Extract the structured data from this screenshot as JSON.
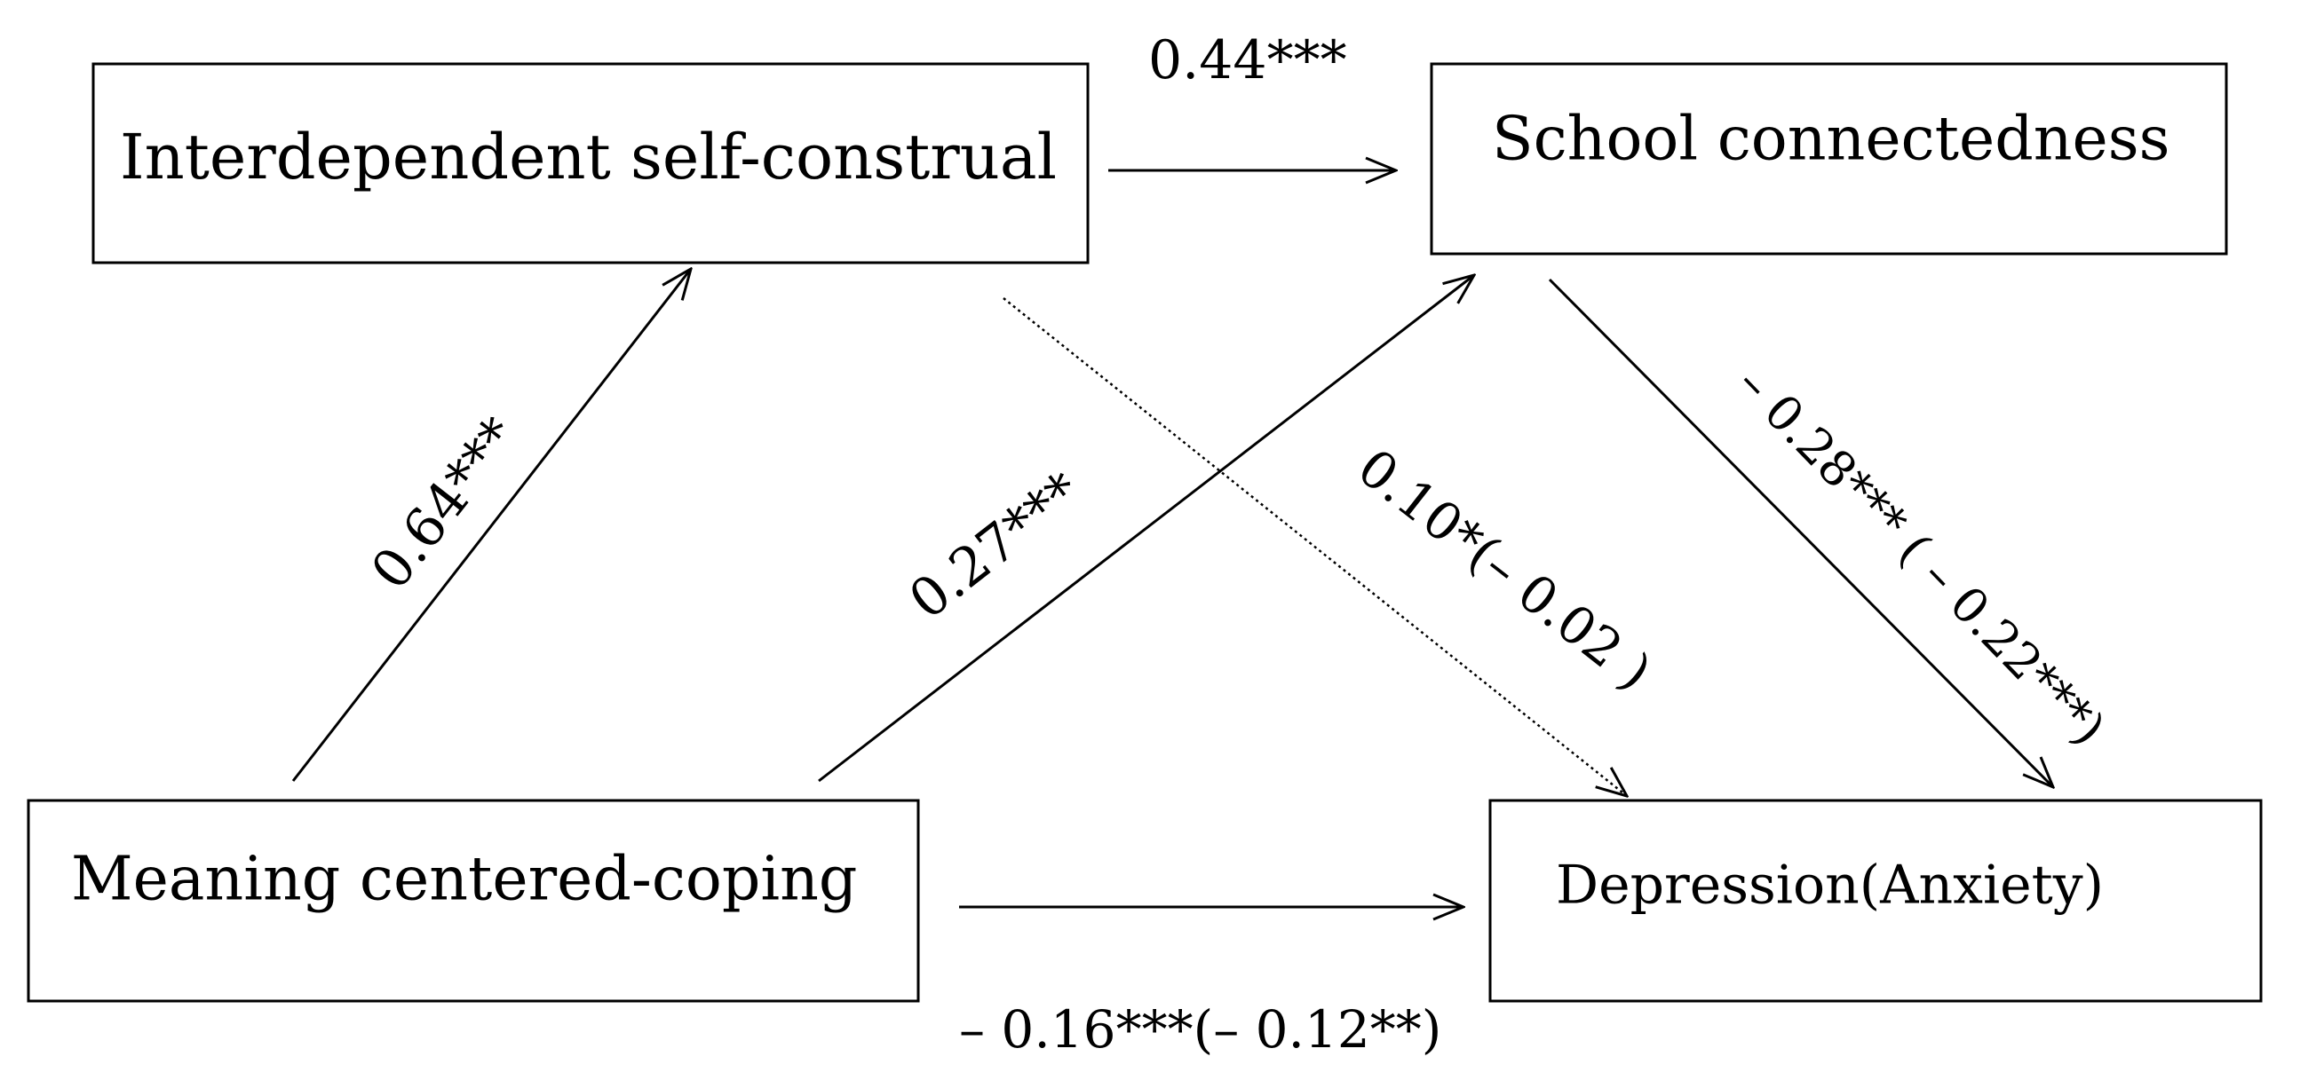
{
  "nodes": {
    "interdependent_self_construal": "Interdependent self-construal",
    "school_connectedness": "School connectedness",
    "meaning_centered_coping": "Meaning centered-coping",
    "depression_anxiety": "Depression(Anxiety)"
  },
  "paths": {
    "construal_to_connectedness": "0.44***",
    "coping_to_construal": "0.64***",
    "coping_to_connectedness": "0.27***",
    "construal_to_depression": "0.10*(– 0.02 )",
    "connectedness_to_depression": "– 0.28*** ( – 0.22***)",
    "coping_to_depression": "– 0.16***(– 0.12**)"
  },
  "colors": {
    "line": "#000000",
    "background": "#ffffff"
  }
}
